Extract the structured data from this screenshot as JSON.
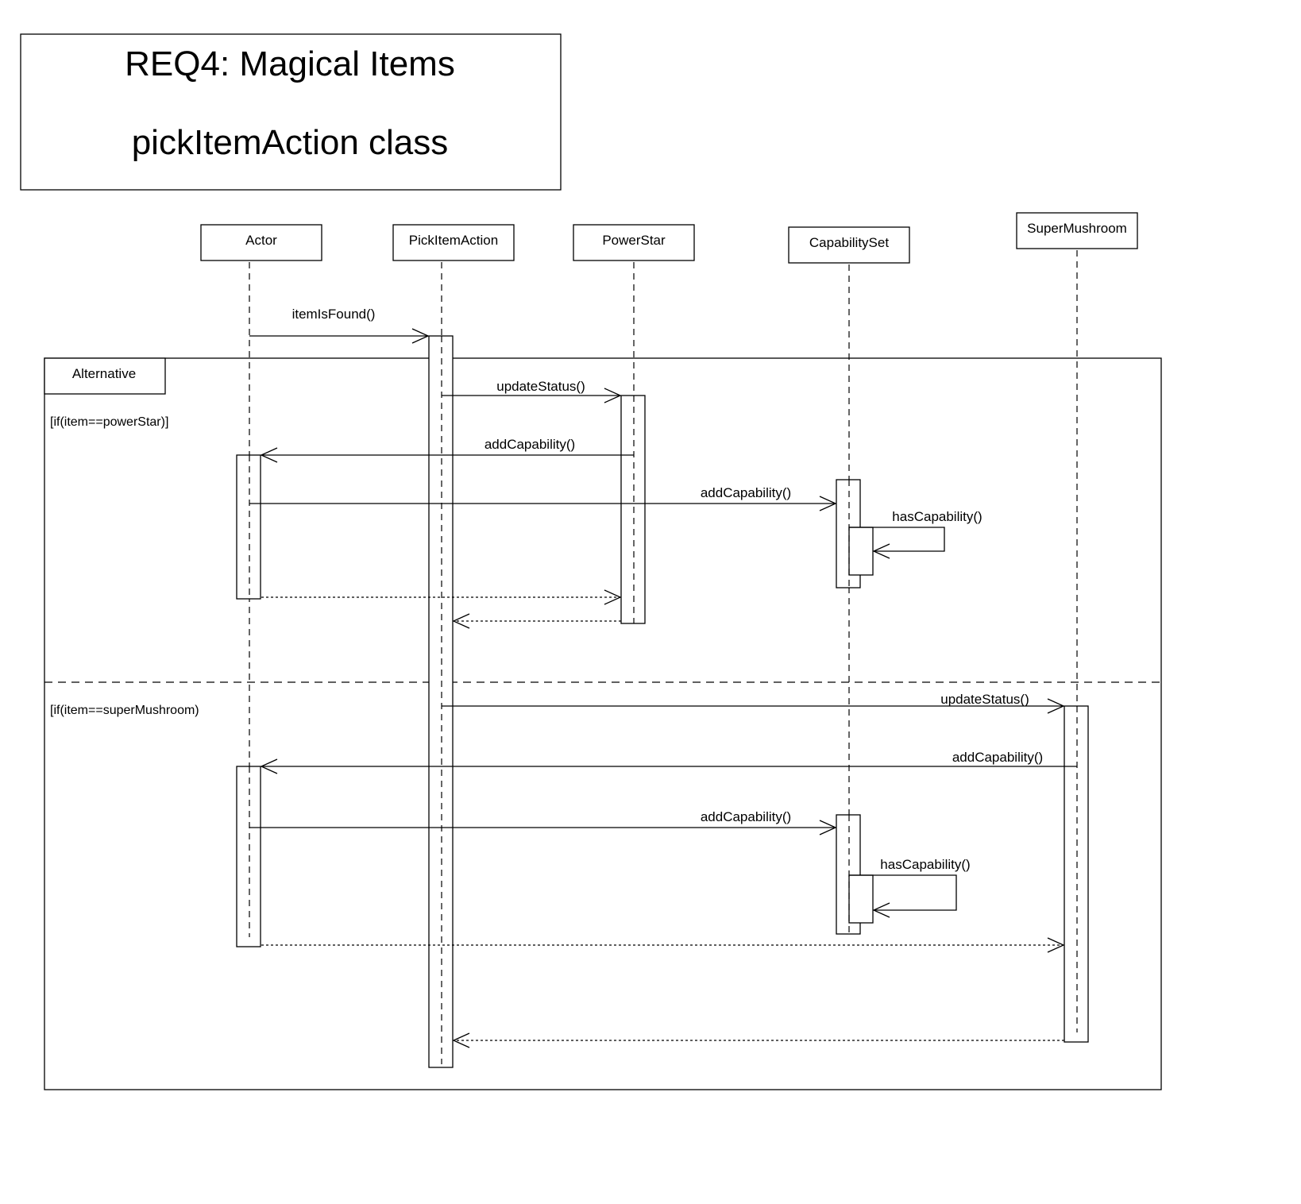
{
  "title": {
    "line1": "REQ4: Magical Items",
    "line2": "pickItemAction class"
  },
  "lifelines": {
    "actor": "Actor",
    "pick_item_action": "PickItemAction",
    "power_star": "PowerStar",
    "capability_set": "CapabilitySet",
    "super_mushroom": "SuperMushroom"
  },
  "fragment": {
    "label": "Alternative",
    "guard_1": "[if(item==powerStar)]",
    "guard_2": "[if(item==superMushroom)"
  },
  "messages": {
    "item_is_found": "itemIsFound()",
    "alt1_update_status": "updateStatus()",
    "alt1_add_capability_to_actor": "addCapability()",
    "alt1_add_capability_to_set": "addCapability()",
    "alt1_has_capability": "hasCapability()",
    "alt2_update_status": "updateStatus()",
    "alt2_add_capability_to_actor": "addCapability()",
    "alt2_add_capability_to_set": "addCapability()",
    "alt2_has_capability": "hasCapability()"
  },
  "colors": {
    "line": "#000000",
    "background": "#ffffff"
  }
}
